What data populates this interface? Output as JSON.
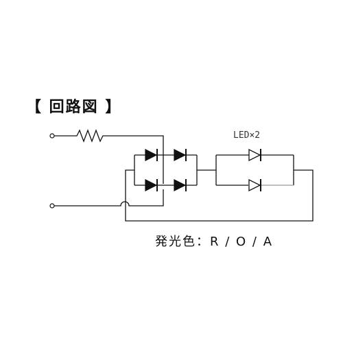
{
  "diagram": {
    "heading": "【 回路図 】",
    "led_label": "LED×2",
    "color_note": "発光色：R / O / A",
    "colors": {
      "ink": "#111111",
      "light_wire": "#999999"
    },
    "components": {
      "resistor": "resistor-icon",
      "bridge_diodes": "diode-icon",
      "leds": "led-icon",
      "terminals": "terminal-icon"
    }
  }
}
